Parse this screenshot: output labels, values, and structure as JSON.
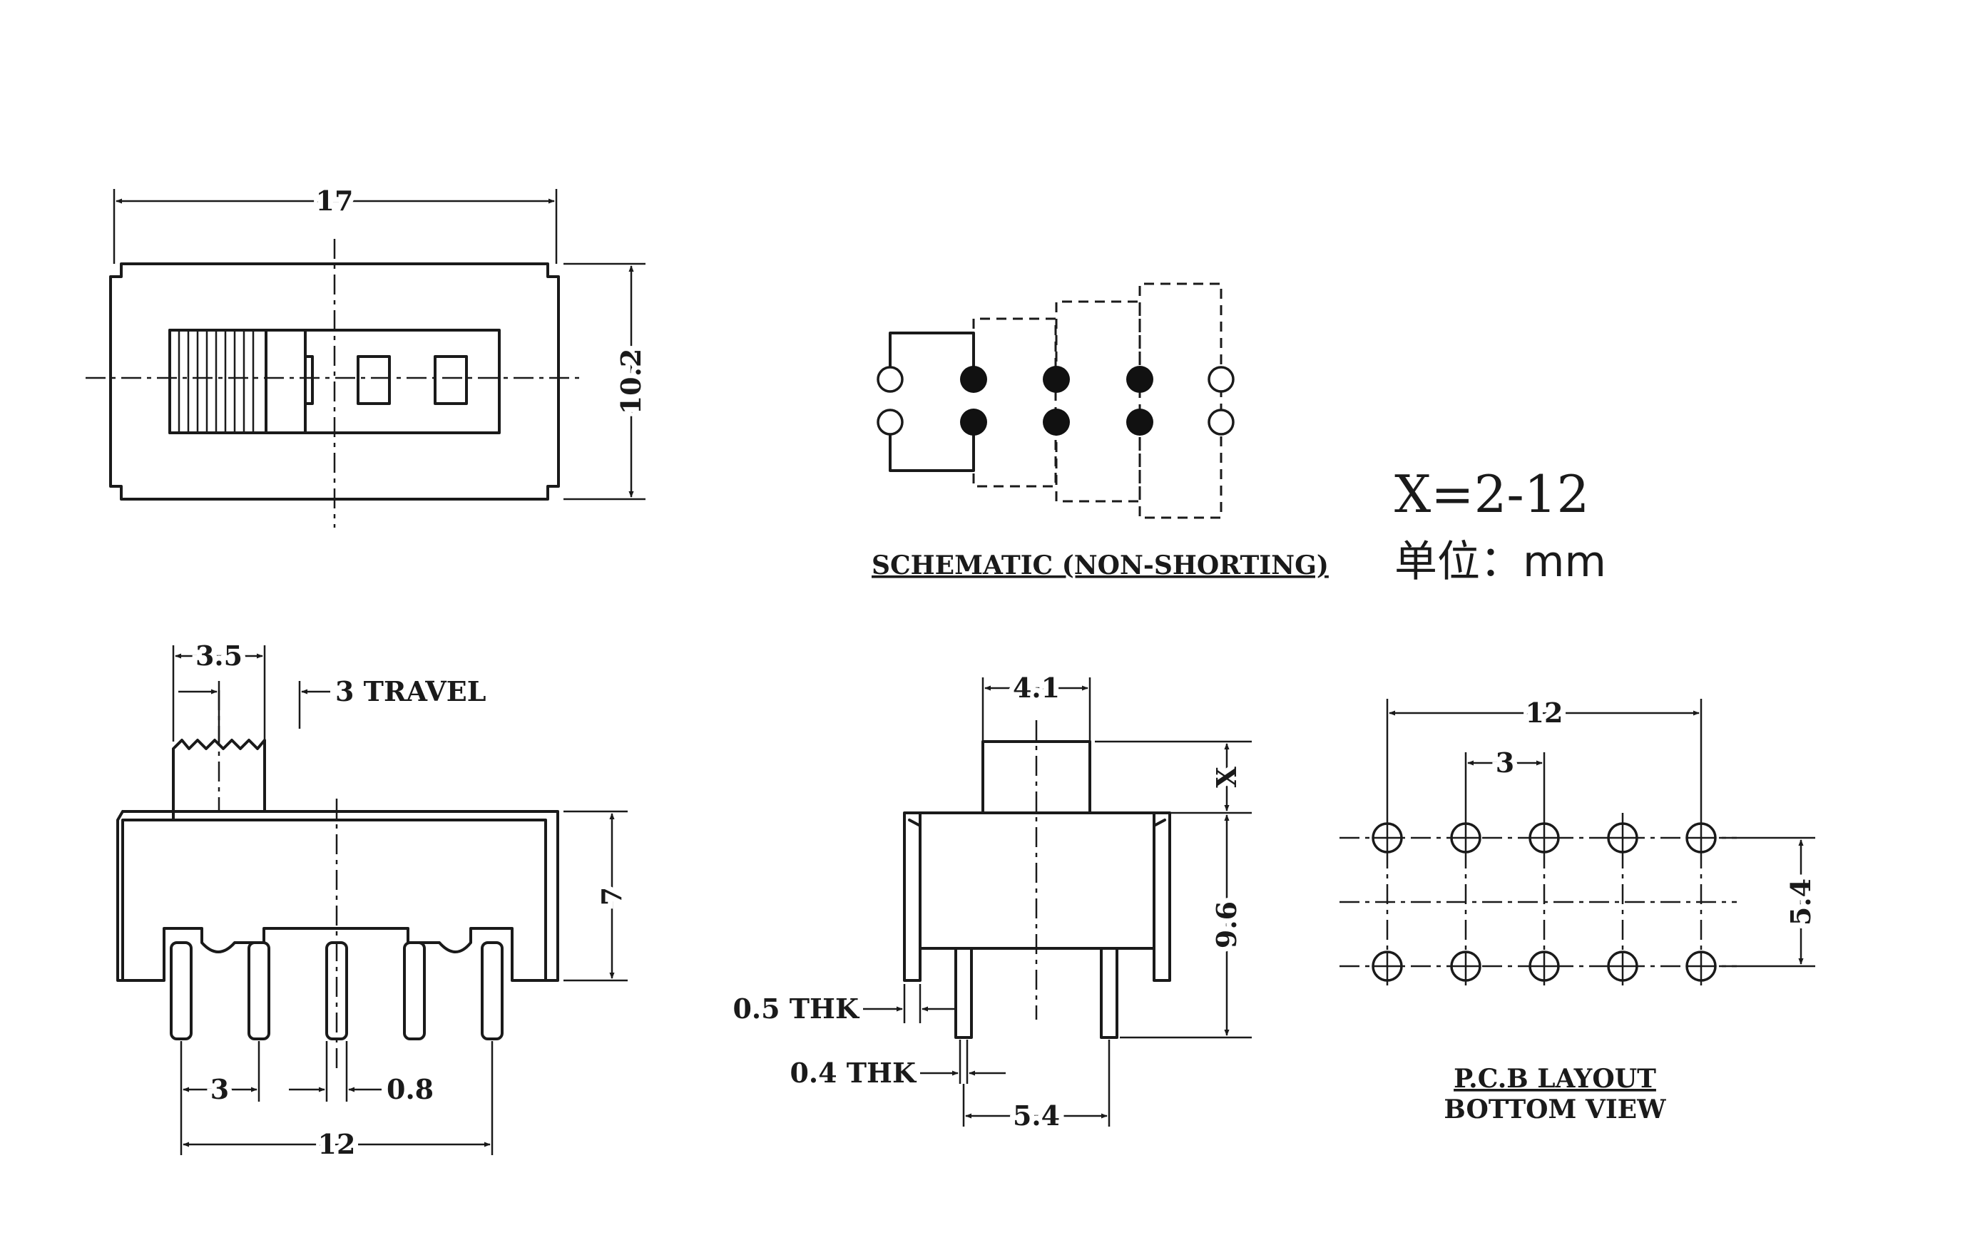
{
  "top_view": {
    "width": "17",
    "height": "10.2"
  },
  "schematic": {
    "caption": "SCHEMATIC (NON-SHORTING)"
  },
  "notes": {
    "positions": "X=2-12",
    "unit": "单位：mm"
  },
  "side_view": {
    "knob_width": "3.5",
    "travel": "3 TRAVEL",
    "height": "7",
    "pin_pitch": "3",
    "pin_width": "0.8",
    "total_span": "12"
  },
  "end_view": {
    "knob_width": "4.1",
    "knob_height": "X",
    "total_height": "9.6",
    "frame_thk": "0.5 THK",
    "pin_thk": "0.4 THK",
    "row_spacing": "5.4"
  },
  "pcb_layout": {
    "total_span": "12",
    "pitch": "3",
    "row_spacing": "5.4",
    "caption_line1": "P.C.B LAYOUT",
    "caption_line2": "BOTTOM VIEW"
  }
}
